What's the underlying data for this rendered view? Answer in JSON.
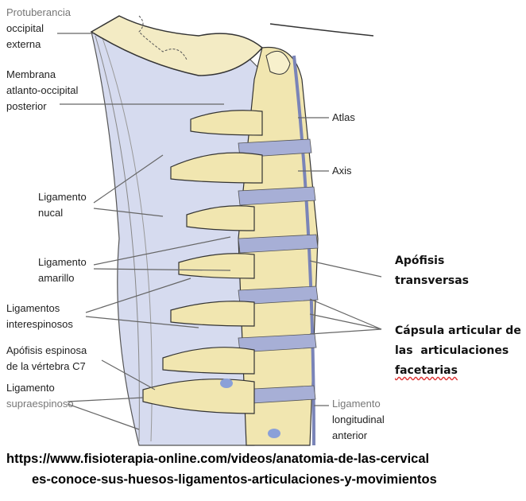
{
  "labels": {
    "protuberancia": [
      "Protuberancia",
      "occipital",
      "externa"
    ],
    "membrana": [
      "Membrana",
      "atlanto-occipital",
      "posterior"
    ],
    "atlas": "Atlas",
    "axis": "Axis",
    "nucal": [
      "Ligamento",
      "nucal"
    ],
    "amarillo": [
      "Ligamento",
      "amarillo"
    ],
    "interespinosos": [
      "Ligamentos",
      "interespinosos"
    ],
    "c7": [
      "Apófisis espinosa",
      "de la vértebra C7"
    ],
    "supraespinoso": [
      "Ligamento",
      "supraespinoso"
    ],
    "longitudinal": [
      "Ligamento",
      "longitudinal",
      "anterior"
    ],
    "transversas": [
      "Apófisis",
      "transversas"
    ],
    "capsula": [
      "Cápsula articular de",
      "las  articulaciones",
      "facetarias"
    ]
  },
  "source_url": [
    "https://www.fisioterapia-online.com/videos/anatomia-de-las-cervical",
    "es-conoce-sus-huesos-ligamentos-articulaciones-y-movimientos"
  ],
  "colors": {
    "bone": "#f1e6b0",
    "ligament": "#c9cfe8",
    "disc": "#a7afd6"
  }
}
